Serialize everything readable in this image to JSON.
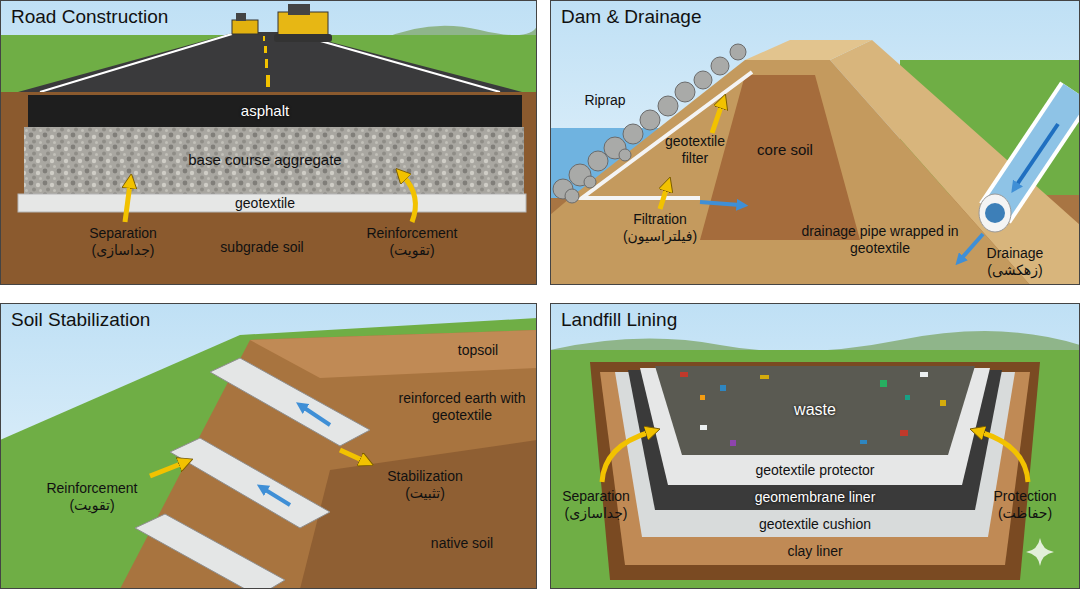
{
  "diagram": {
    "nodes": [
      {
        "text": [
          "Road Construction"
        ]
      },
      {
        "text": [
          "Dam & Drainage"
        ]
      },
      {
        "text": [
          "Soil Stabilization"
        ]
      },
      {
        "text": [
          "Landfill Lining"
        ]
      }
    ],
    "labels": [
      "asphalt",
      "base course aggregate",
      "geotextile",
      "Separation (جداسازی)",
      "Reinforcement (تقویت)",
      "subgrade soil",
      "Riprap",
      "geotextile filter",
      "core soil",
      "Filtration (فیلتراسیون)",
      "drainage pipe wrapped in geotextile",
      "Drainage (زهکشی)",
      "topsoil",
      "reinforced earth with geotextile",
      "Reinforcement (تقویت)",
      "Stabilization (تثبیت)",
      "native soil",
      "waste",
      "geotextile protector",
      "geomembrane liner",
      "geotextile cushion",
      "clay liner",
      "Separation (جداسازی)",
      "Protection (حفاظت)"
    ]
  }
}
